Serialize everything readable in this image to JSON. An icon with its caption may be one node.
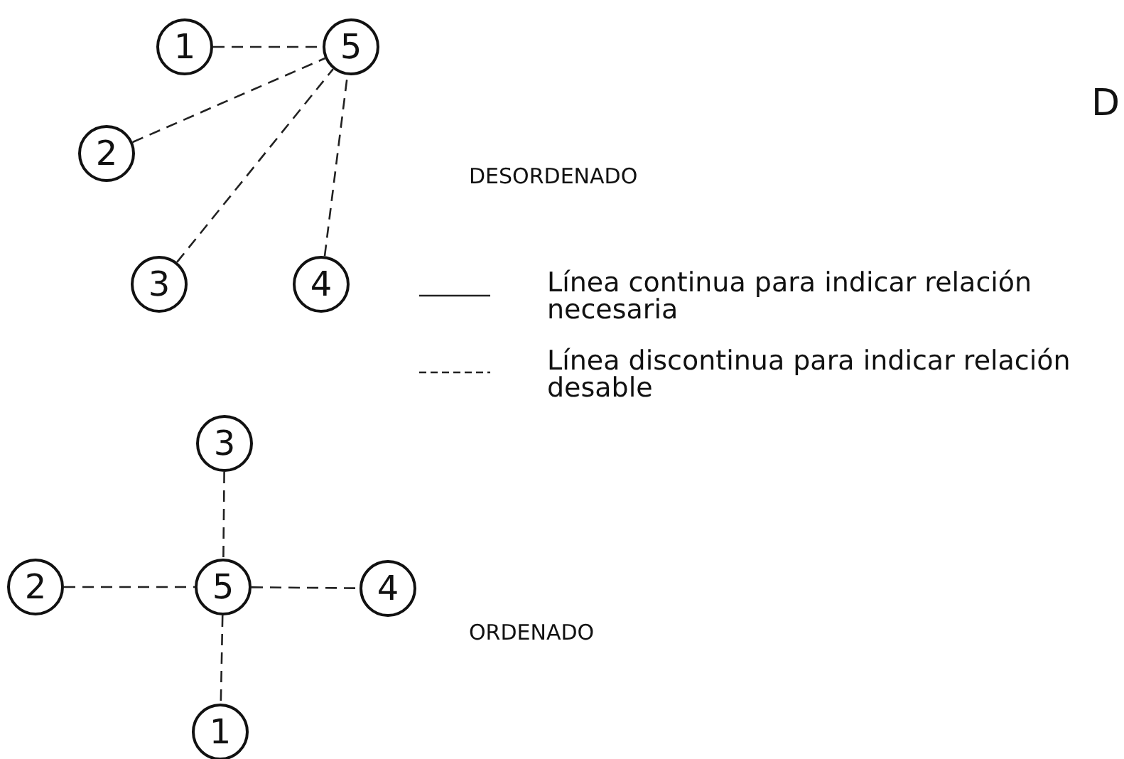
{
  "diagram": {
    "nodes": [
      {
        "text": [
          "1"
        ]
      },
      {
        "text": [
          "5"
        ]
      },
      {
        "text": [
          "2"
        ]
      },
      {
        "text": [
          "3"
        ]
      },
      {
        "text": [
          "4"
        ]
      },
      {
        "text": [
          "3"
        ]
      },
      {
        "text": [
          "2"
        ]
      },
      {
        "text": [
          "5"
        ]
      },
      {
        "text": [
          "4"
        ]
      },
      {
        "text": [
          "1"
        ]
      }
    ],
    "edges": [
      {
        "from": 0,
        "to": 1,
        "arrow": "none",
        "style": "dashed"
      },
      {
        "from": 2,
        "to": 1,
        "arrow": "none",
        "style": "dashed"
      },
      {
        "from": 3,
        "to": 1,
        "arrow": "none",
        "style": "dashed"
      },
      {
        "from": 4,
        "to": 1,
        "arrow": "none",
        "style": "dashed"
      },
      {
        "from": 5,
        "to": 7,
        "arrow": "none",
        "style": "dashed"
      },
      {
        "from": 6,
        "to": 7,
        "arrow": "none",
        "style": "dashed"
      },
      {
        "from": 7,
        "to": 8,
        "arrow": "none",
        "style": "dashed"
      },
      {
        "from": 7,
        "to": 9,
        "arrow": "none",
        "style": "dashed"
      }
    ],
    "labels": [
      "D",
      "DESORDENADO",
      "ORDENADO"
    ],
    "legend": [
      {
        "text": "Línea continua para indicar relación necesaria"
      },
      {
        "text": "Línea discontinua para indicar relación desable"
      }
    ]
  }
}
